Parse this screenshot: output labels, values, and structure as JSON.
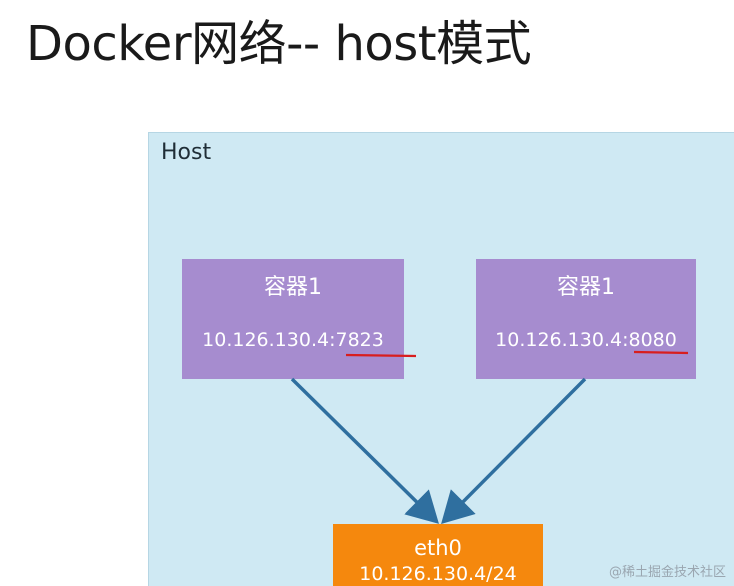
{
  "title": "Docker网络-- host模式",
  "host": {
    "label": "Host"
  },
  "containers": [
    {
      "name": "容器1",
      "ip": "10.126.130.4:",
      "port": "7823"
    },
    {
      "name": "容器1",
      "ip": "10.126.130.4:",
      "port": "8080"
    }
  ],
  "eth": {
    "name": "eth0",
    "address": "10.126.130.4/24"
  },
  "watermark": "@稀土掘金技术社区",
  "colors": {
    "host_bg": "#cfe9f3",
    "container_bg": "#a68ccf",
    "eth_bg": "#f5880d",
    "arrow": "#2f6f9f",
    "underline": "#d81e1e"
  }
}
